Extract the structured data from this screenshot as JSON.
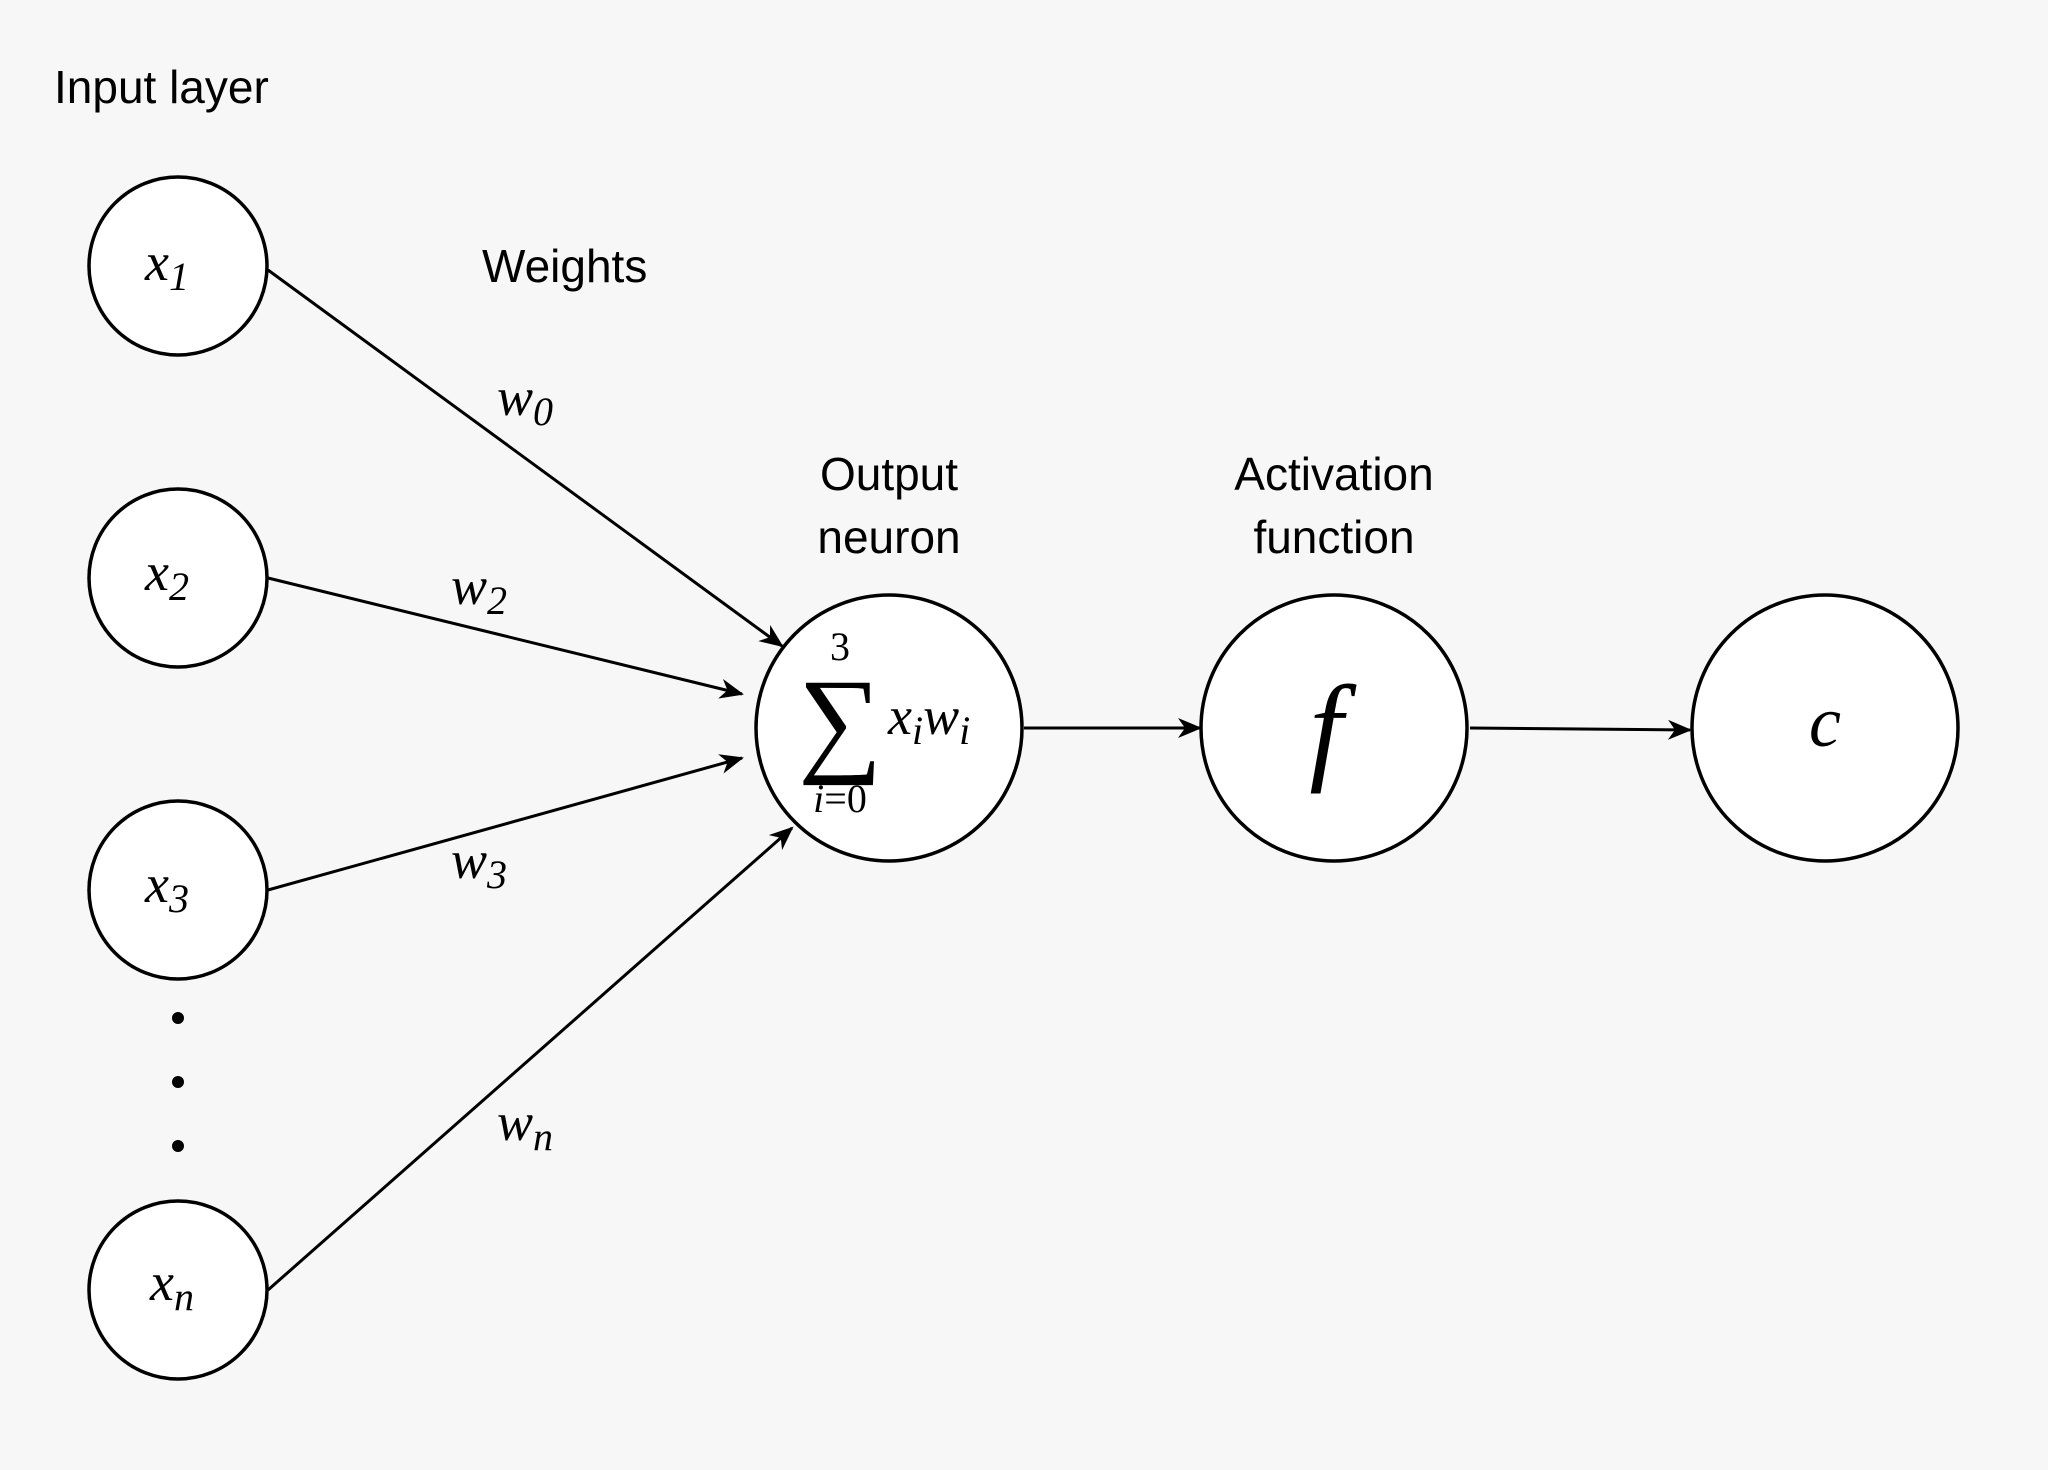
{
  "labels": {
    "input_layer": "Input layer",
    "weights": "Weights",
    "output_neuron": [
      "Output",
      "neuron"
    ],
    "activation_function": [
      "Activation",
      "function"
    ]
  },
  "inputs": [
    {
      "base": "x",
      "sub": "1"
    },
    {
      "base": "x",
      "sub": "2"
    },
    {
      "base": "x",
      "sub": "3"
    },
    {
      "base": "x",
      "sub": "n"
    }
  ],
  "weights": [
    {
      "base": "w",
      "sub": "0"
    },
    {
      "base": "w",
      "sub": "2"
    },
    {
      "base": "w",
      "sub": "3"
    },
    {
      "base": "w",
      "sub": "n"
    }
  ],
  "sum": {
    "upper": "3",
    "lower_var": "i",
    "lower_rest": "=0",
    "symbol": "∑",
    "term1": "x",
    "term1_sub": "i",
    "term2": "w",
    "term2_sub": "i"
  },
  "activation": "f",
  "output": "c",
  "ellipsis": "⋮",
  "colors": {
    "background": "#f7f7f7",
    "stroke": "#000000",
    "node_fill": "#ffffff"
  }
}
